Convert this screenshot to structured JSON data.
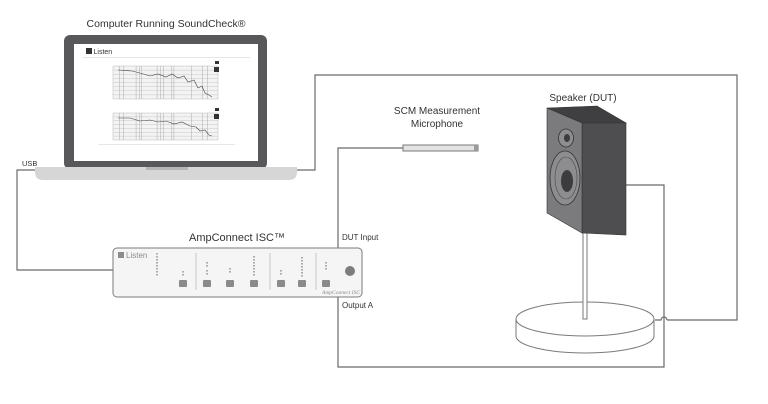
{
  "laptop": {
    "caption": "Computer Running SoundCheck®",
    "screen_logo": "Listen"
  },
  "connections": {
    "usb_label": "USB",
    "dut_input_label": "DUT Input",
    "output_a_label": "Output A"
  },
  "interface": {
    "title": "AmpConnect ISC™",
    "panel_logo": "Listen",
    "panel_model": "AmpConnect ISC"
  },
  "microphone": {
    "label_line1": "SCM Measurement",
    "label_line2": "Microphone"
  },
  "speaker": {
    "label": "Speaker (DUT)"
  },
  "colors": {
    "wire": "#6a6a6a",
    "laptop_bezel": "#58585a",
    "laptop_base": "#d6d6d6",
    "speaker_side": "#4e4e51",
    "speaker_front": "#7b7b7e",
    "text": "#333333"
  }
}
